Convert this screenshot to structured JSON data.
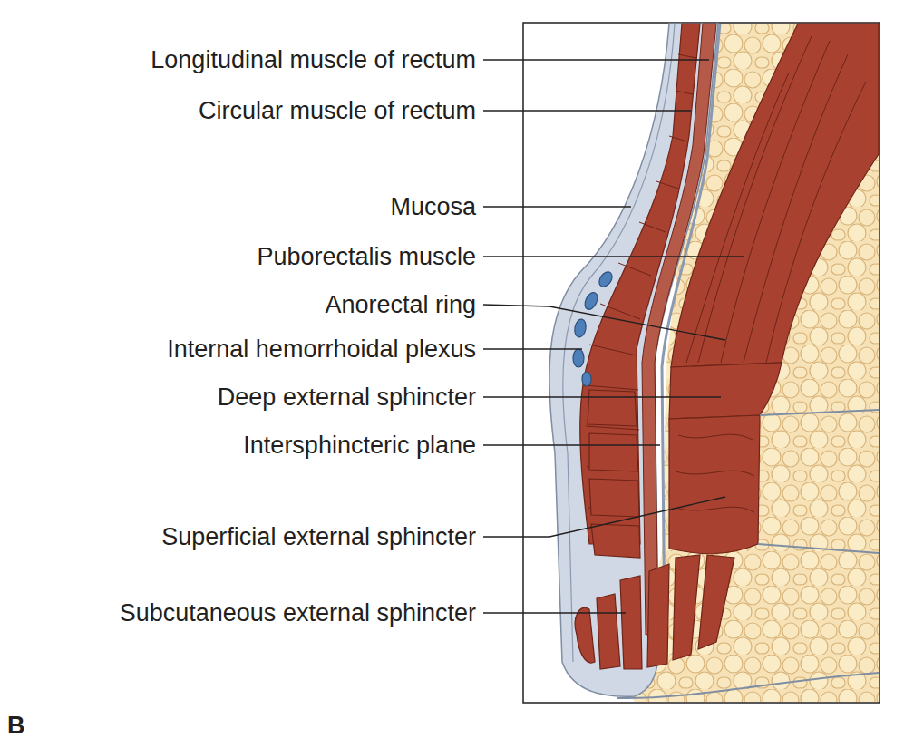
{
  "diagram": {
    "labels": [
      "Longitudinal muscle of rectum",
      "Circular muscle of rectum",
      "Mucosa",
      "Puborectalis muscle",
      "Anorectal ring",
      "Internal hemorrhoidal plexus",
      "Deep external sphincter",
      "Intersphincteric plane",
      "Superficial external sphincter",
      "Subcutaneous external sphincter",
      "B"
    ]
  }
}
